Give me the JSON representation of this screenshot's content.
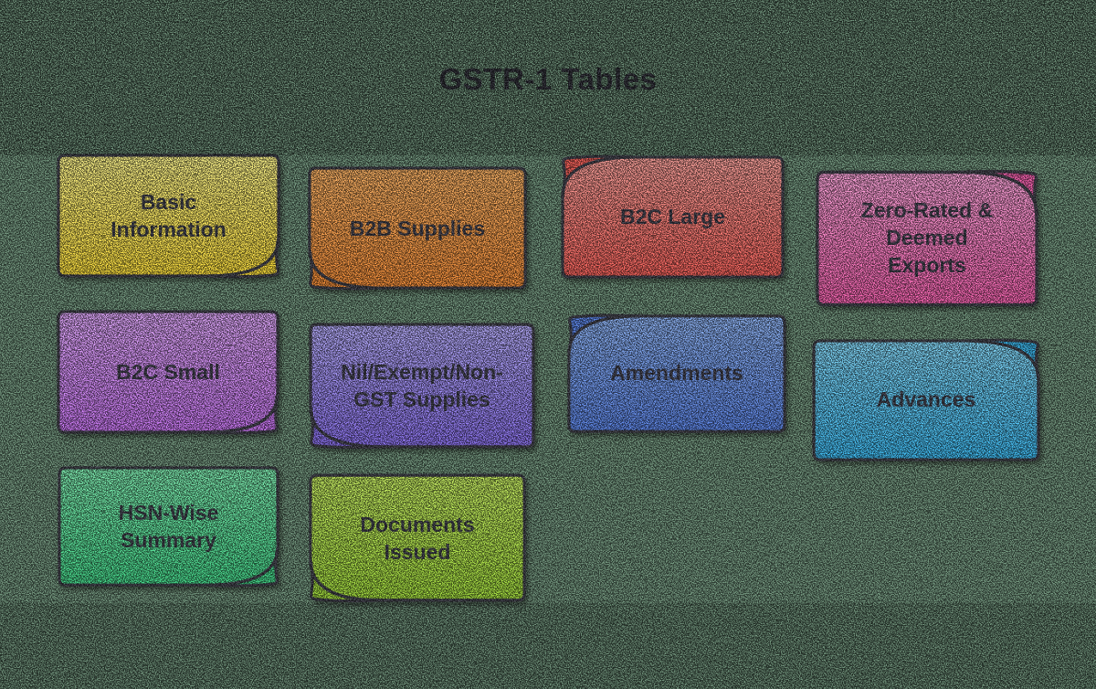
{
  "title": "GSTR-1 Tables",
  "colors": {
    "background": "#74977f",
    "stroke": "#4a4a55",
    "text": "#474754"
  },
  "cards": [
    {
      "label": "Basic Information",
      "color_top": "#fcf48c",
      "color_bottom": "#fde03f",
      "curl": "bottom-right"
    },
    {
      "label": "B2B Supplies",
      "color_top": "#f9b266",
      "color_bottom": "#f5903c",
      "curl": "bottom-left"
    },
    {
      "label": "B2C Large",
      "color_top": "#fba39d",
      "color_bottom": "#f9655e",
      "curl": "top-left"
    },
    {
      "label": "Zero-Rated & Deemed Exports",
      "color_top": "#fba5da",
      "color_bottom": "#f765b2",
      "curl": "top-right"
    },
    {
      "label": "B2C Small",
      "color_top": "#dfa8fa",
      "color_bottom": "#c978f2",
      "curl": "bottom-right"
    },
    {
      "label": "Nil/Exempt/Non-GST Supplies",
      "color_top": "#b4abf8",
      "color_bottom": "#8d74ef",
      "curl": "bottom-left"
    },
    {
      "label": "Amendments",
      "color_top": "#8fb4f3",
      "color_bottom": "#5f87e8",
      "curl": "top-left"
    },
    {
      "label": "Advances",
      "color_top": "#86d8f8",
      "color_bottom": "#3fbaf0",
      "curl": "top-right"
    },
    {
      "label": "HSN-Wise Summary",
      "color_top": "#80eab0",
      "color_bottom": "#47d78b",
      "curl": "bottom-right"
    },
    {
      "label": "Documents Issued",
      "color_top": "#c6ec63",
      "color_bottom": "#a2db40",
      "curl": "bottom-left"
    }
  ]
}
